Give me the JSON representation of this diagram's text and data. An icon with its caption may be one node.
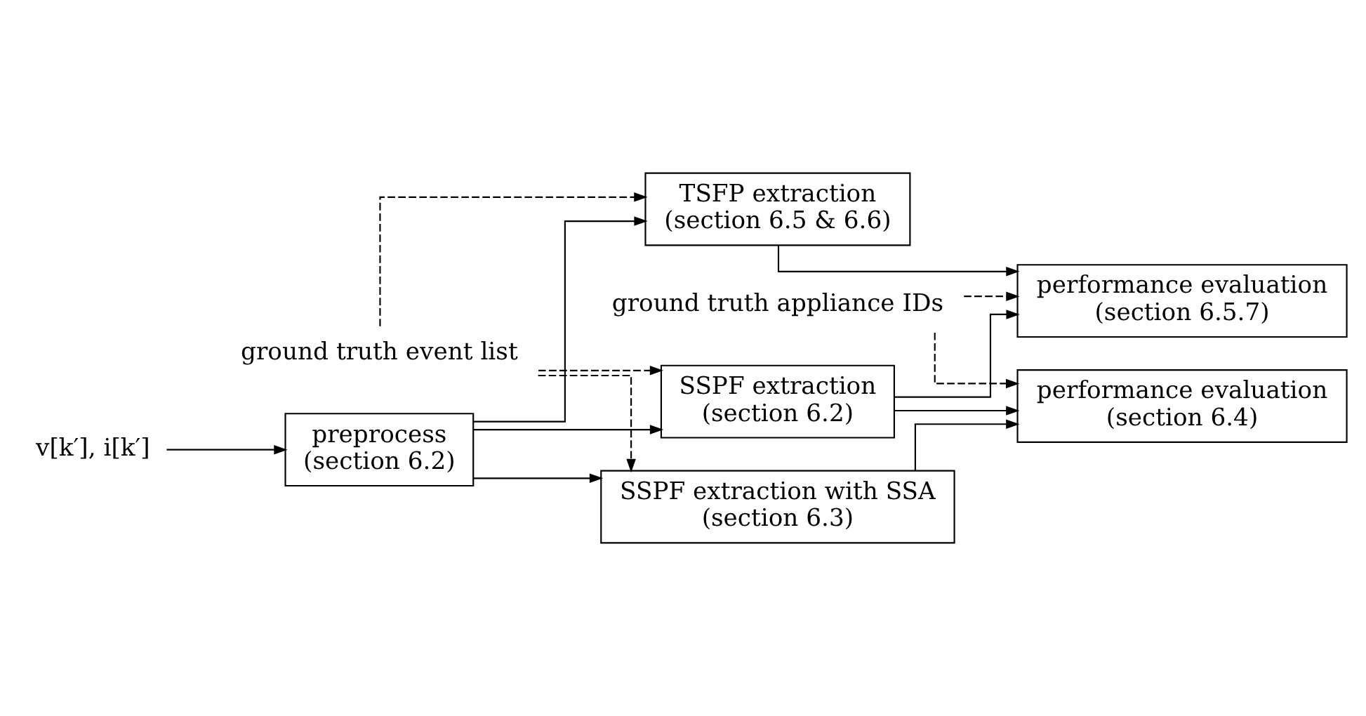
{
  "diagram": {
    "nodes": [
      {
        "text": [
          "ground truth appliance IDs"
        ]
      },
      {
        "text": [
          "ground truth event list"
        ]
      },
      {
        "text": [
          "v[k′], i[k′]"
        ]
      },
      {
        "text": [
          "preprocess",
          "(section 6.2)"
        ]
      },
      {
        "text": [
          "SSPF extraction",
          "(section 6.2)"
        ]
      },
      {
        "text": [
          "SSPF extraction with SSA",
          "(section 6.3)"
        ]
      },
      {
        "text": [
          "TSFP extraction",
          "(section 6.5 & 6.6)"
        ]
      },
      {
        "text": [
          "performance evaluation",
          "(section 6.4)"
        ]
      },
      {
        "text": [
          "performance evaluation",
          "(section 6.5.7)"
        ]
      }
    ],
    "edges": [
      {
        "from": 2,
        "to": 3,
        "arrow": "to"
      },
      {
        "from": 3,
        "to": 4,
        "arrow": "to"
      },
      {
        "from": 3,
        "to": 5,
        "arrow": "to"
      },
      {
        "from": 3,
        "to": 6,
        "arrow": "to"
      },
      {
        "from": 1,
        "to": 4,
        "arrow": "to",
        "style": "dashed"
      },
      {
        "from": 1,
        "to": 5,
        "arrow": "to",
        "style": "dashed"
      },
      {
        "from": 1,
        "to": 6,
        "arrow": "to",
        "style": "dashed"
      },
      {
        "from": 0,
        "to": 7,
        "arrow": "to",
        "style": "dashed"
      },
      {
        "from": 0,
        "to": 8,
        "arrow": "to",
        "style": "dashed"
      },
      {
        "from": 4,
        "to": 7,
        "arrow": "to"
      },
      {
        "from": 4,
        "to": 8,
        "arrow": "to"
      },
      {
        "from": 5,
        "to": 7,
        "arrow": "to"
      },
      {
        "from": 6,
        "to": 8,
        "arrow": "to"
      }
    ]
  }
}
